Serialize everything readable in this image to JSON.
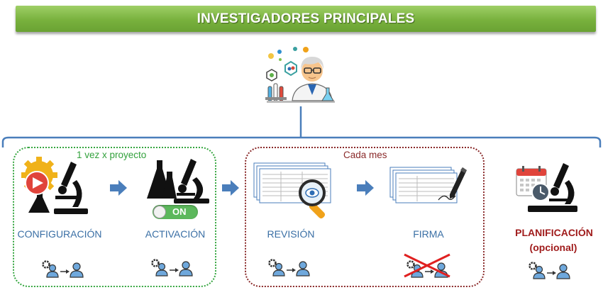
{
  "header": {
    "title": "INVESTIGADORES PRINCIPALES"
  },
  "groups": {
    "green_label": "1 vez x proyecto",
    "red_label": "Cada mes"
  },
  "steps": [
    {
      "label": "CONFIGURACIÓN",
      "icon": "microscope-with-gear-play-icon"
    },
    {
      "label": "ACTIVACIÓN",
      "icon": "microscope-flask-icon",
      "toggle": "ON"
    },
    {
      "label": "REVISIÓN",
      "icon": "document-magnifier-icon"
    },
    {
      "label": "FIRMA",
      "icon": "document-pen-icon",
      "crossed_out": true
    },
    {
      "label": "PLANIFICACIÓN",
      "sub_label": "(opcional)",
      "icon": "calendar-microscope-icon"
    }
  ],
  "colors": {
    "banner": "#78b13d",
    "green_border": "#36a640",
    "red_border": "#8a2a2a",
    "step_text": "#3a6fa5",
    "planning_text": "#a01c1c",
    "connector": "#4a7ebb",
    "arrow": "#4a7ebb"
  }
}
